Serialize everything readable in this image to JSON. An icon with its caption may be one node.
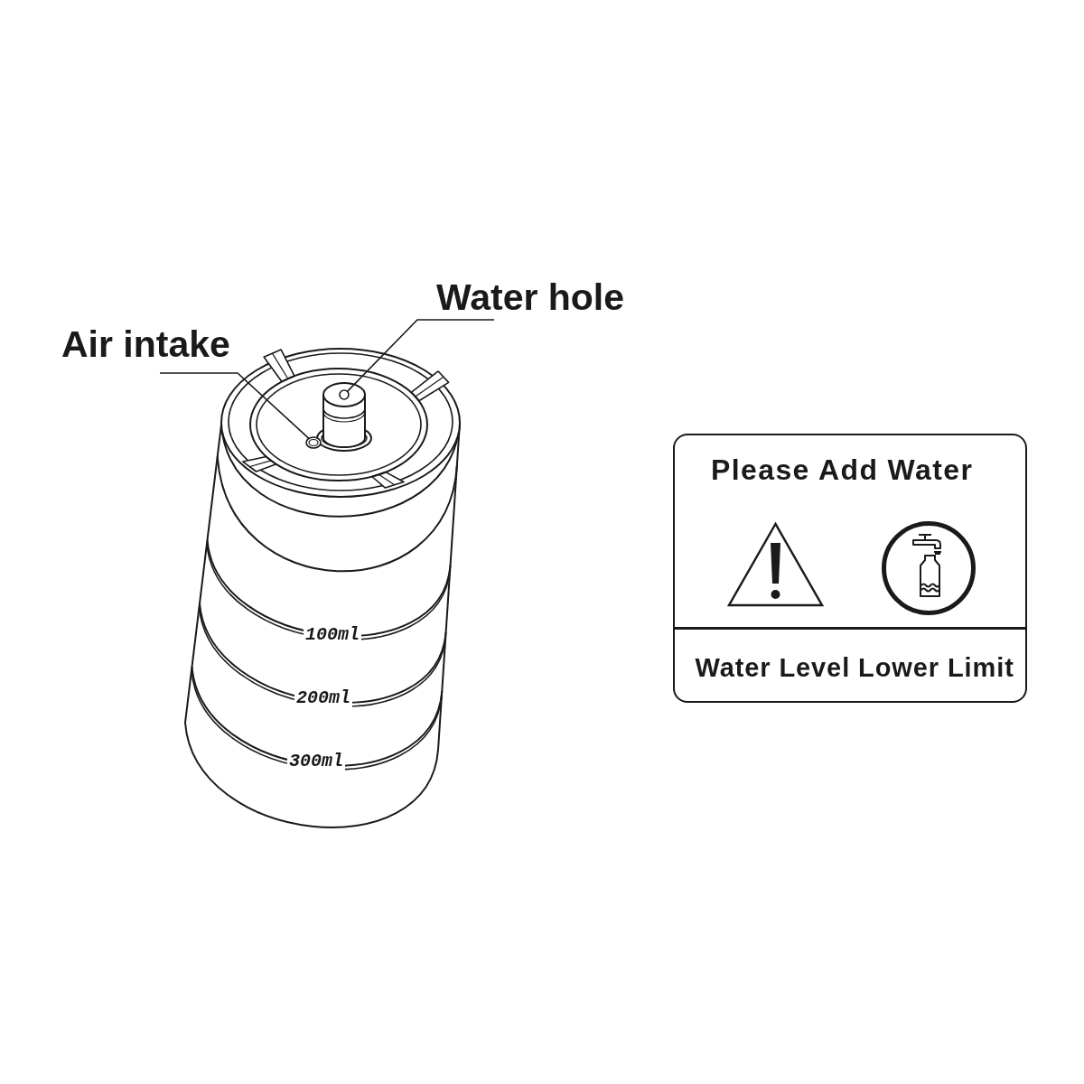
{
  "diagram": {
    "nodes": [
      {
        "text": [
          "Water hole"
        ]
      },
      {
        "text": [
          "Air intake"
        ]
      },
      {
        "text": [],
        "shape": "circle"
      },
      {
        "text": [],
        "shape": "circle"
      },
      {
        "text": [
          "Please Add Water",
          "Water Level Lower Limit"
        ]
      }
    ],
    "edges": [
      {
        "from": 0,
        "to": 2,
        "arrow": "none"
      },
      {
        "from": 1,
        "to": 3,
        "arrow": "none"
      }
    ],
    "labels": [
      "100ml",
      "200ml",
      "300ml"
    ]
  }
}
